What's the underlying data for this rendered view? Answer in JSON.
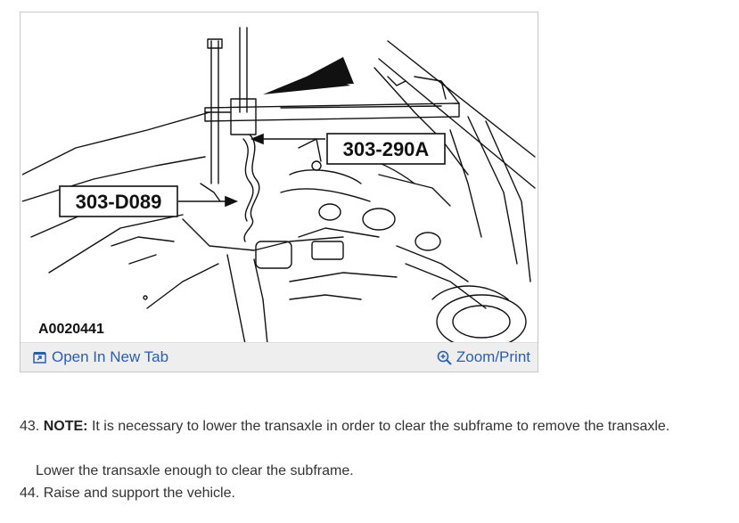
{
  "figure": {
    "callouts": {
      "upper": "303-290A",
      "lower": "303-D089"
    },
    "figure_id": "A0020441",
    "open_tab_label": "Open In New Tab",
    "zoom_label": "Zoom/Print",
    "link_color": "#2a5db0",
    "bar_color": "#eeeeee"
  },
  "steps": [
    {
      "number": "43.",
      "note_label": "NOTE:",
      "note_text": "It is necessary to lower the transaxle in order to clear the subframe to remove the transaxle.",
      "detail": "Lower the transaxle enough to clear the subframe."
    },
    {
      "number": "44.",
      "text": "Raise and support the vehicle."
    }
  ]
}
